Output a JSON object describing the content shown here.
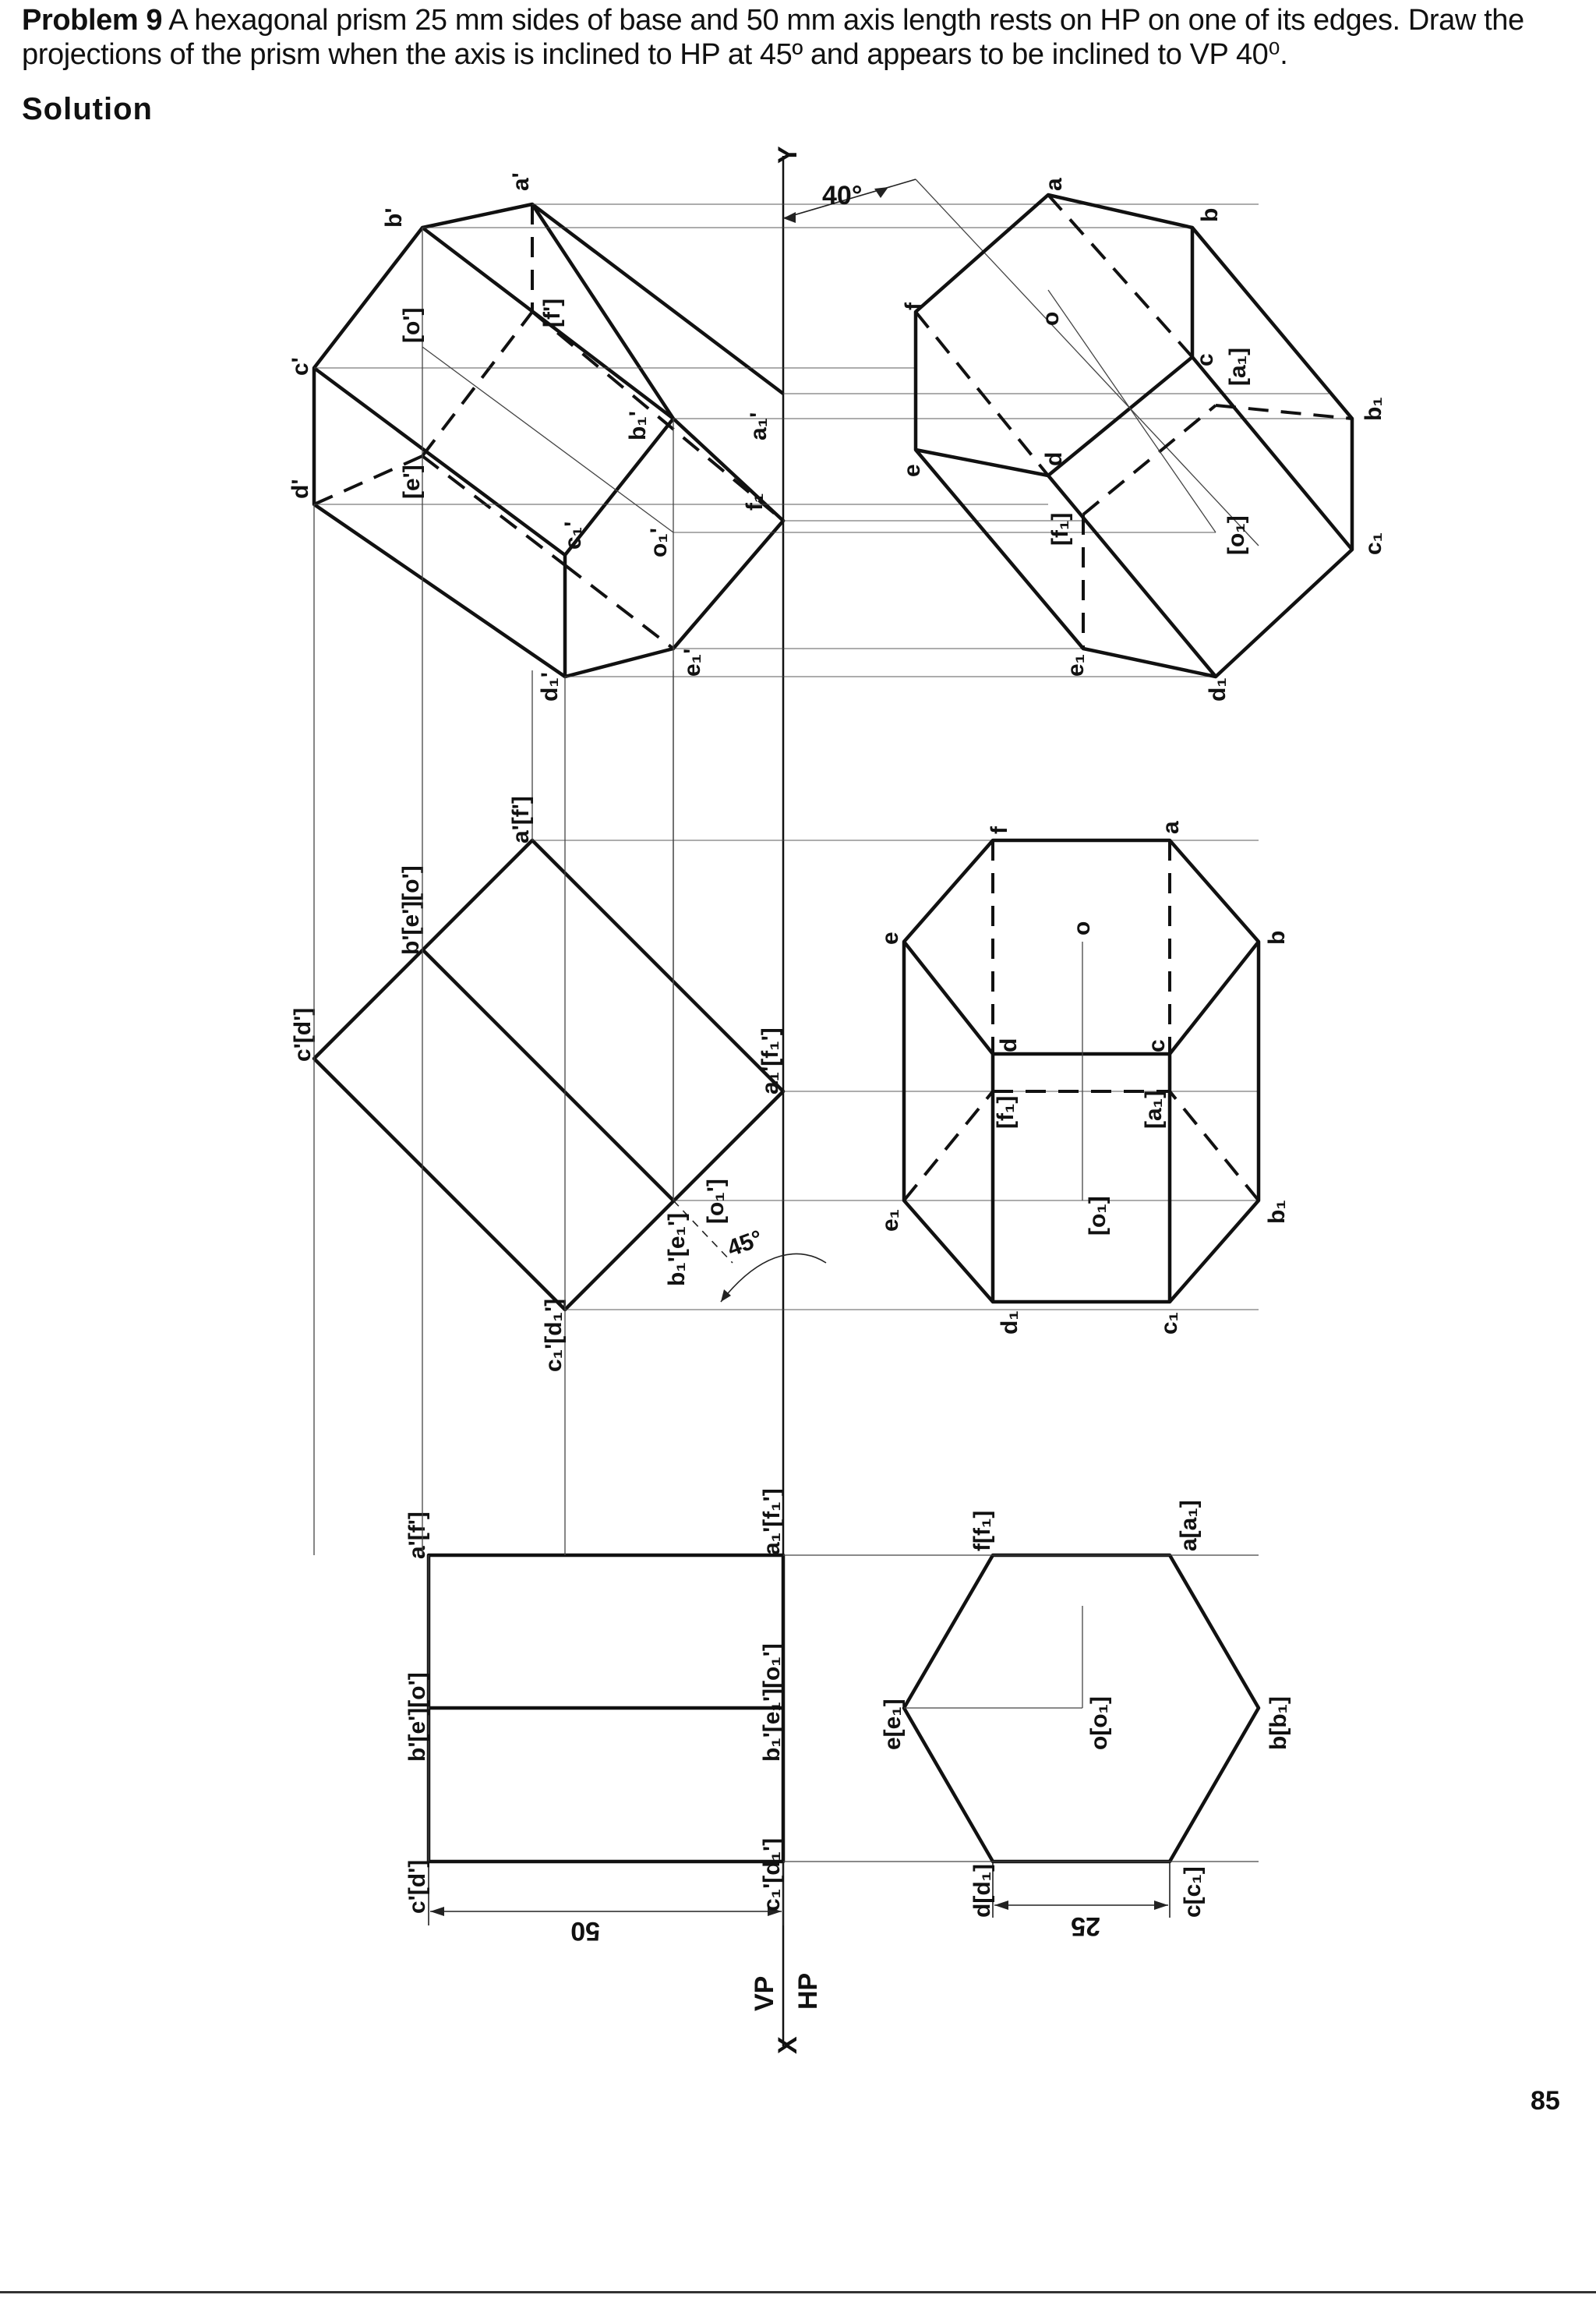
{
  "problem": {
    "heading": "Problem 9",
    "text": "A hexagonal prism 25 mm sides of base and 50 mm axis length rests on HP on one of its edges. Draw the projections of the prism when the axis is inclined to HP at 45º and appears to be inclined to VP 40⁰."
  },
  "solution_heading": "Solution",
  "page_number": "85",
  "xy_line": {
    "x": "X",
    "y": "Y",
    "vp": "VP",
    "hp": "HP"
  },
  "angles": {
    "hp": "45°",
    "vp": "40°"
  },
  "dimensions": {
    "axis": "50",
    "side": "25"
  },
  "stage1_front": {
    "labels": [
      "a'[f']",
      "b'[e'][o']",
      "c'[d']",
      "a₁'[f₁']",
      "b₁'[e₁'][o₁']",
      "c₁'[d₁']"
    ]
  },
  "stage1_top": {
    "labels": [
      "f[f₁]",
      "a[a₁]",
      "e[e₁]",
      "o[o₁]",
      "b[b₁]",
      "d[d₁]",
      "c[c₁]"
    ]
  },
  "stage2_front": {
    "labels": [
      "a'[f']",
      "b'[e'][o']",
      "c'[d']",
      "a₁'[f₁']",
      "b₁'[e₁']",
      "[o₁']",
      "c₁'[d₁']"
    ]
  },
  "stage2_top": {
    "labels": [
      "f",
      "a",
      "e",
      "o",
      "b",
      "d",
      "c",
      "[f₁]",
      "[a₁]",
      "e₁",
      "[o₁]",
      "b₁",
      "d₁",
      "c₁"
    ]
  },
  "stage3_front": {
    "labels": [
      "a'",
      "b'",
      "c'",
      "d'",
      "[o']",
      "[f']",
      "[e']",
      "b₁'",
      "a₁'",
      "c₁'",
      "o₁'",
      "f₁'",
      "d₁'",
      "e₁'"
    ]
  },
  "stage3_top": {
    "labels": [
      "a",
      "b",
      "f",
      "o",
      "c",
      "[a₁]",
      "b₁",
      "e",
      "d",
      "[f₁]",
      "[o₁]",
      "c₁",
      "e₁",
      "d₁"
    ]
  }
}
